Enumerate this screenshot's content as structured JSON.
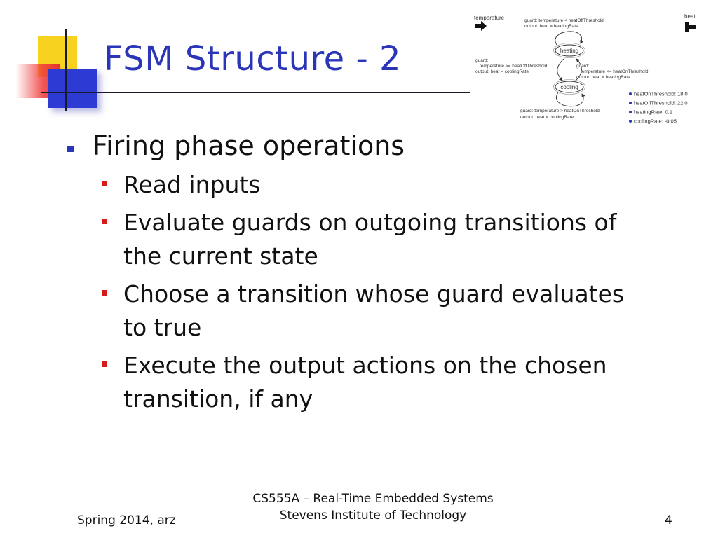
{
  "slide": {
    "title": "FSM Structure - 2",
    "bullets": [
      {
        "text": "Firing phase operations",
        "children": [
          {
            "text": "Read inputs"
          },
          {
            "text": "Evaluate guards on outgoing transitions of the current state"
          },
          {
            "text": "Choose a transition whose guard evaluates to true"
          },
          {
            "text": "Execute the output actions on the chosen transition, if any"
          }
        ]
      }
    ]
  },
  "diagram": {
    "input_port": "temperature",
    "output_port": "heat",
    "states": [
      "heating",
      "cooling"
    ],
    "transitions": {
      "top_guard": "guard: temperature < heatOffThreshold",
      "top_output": "output: heat = heatingRate",
      "left_guard_1": "guard:",
      "left_guard_2": "temperature >= heatOffThreshold",
      "left_output": "output: heat = coolingRate",
      "right_guard_1": "guard:",
      "right_guard_2": "temperature <= heatOnThreshold",
      "right_output": "output: heat = heatingRate",
      "bottom_guard": "guard: temperature > heatOnThreshold",
      "bottom_output": "output: heat = coolingRate"
    },
    "parameters": [
      "heatOnThreshold: 18.0",
      "heatOffThreshold: 22.0",
      "heatingRate: 0.1",
      "coolingRate: -0.05"
    ]
  },
  "footer": {
    "left": "Spring 2014, arz",
    "center_line1": "CS555A – Real-Time Embedded Systems",
    "center_line2": "Stevens Institute of Technology",
    "page_number": "4"
  },
  "colors": {
    "title": "#2a35b8",
    "level1_bullet": "#2a35b8",
    "level2_bullet": "#d81a1a"
  }
}
